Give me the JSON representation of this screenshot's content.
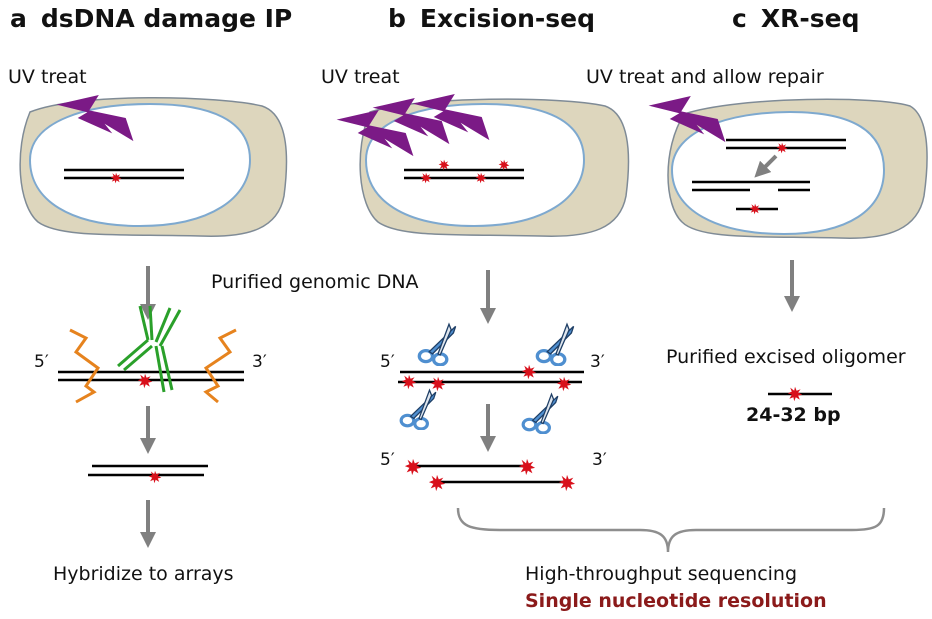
{
  "panels": [
    {
      "letter": "a",
      "title": "dsDNA damage IP",
      "treatment": "UV treat"
    },
    {
      "letter": "b",
      "title": "Excision-seq",
      "treatment": "UV treat"
    },
    {
      "letter": "c",
      "title": "XR-seq",
      "treatment": "UV treat and allow repair"
    }
  ],
  "labels": {
    "purified_genomic_dna": "Purified genomic DNA",
    "hybridize": "Hybridize to arrays",
    "purified_oligomer": "Purified excised oligomer",
    "oligomer_size": "24-32 bp",
    "sequencing": "High-throughput sequencing",
    "resolution": "Single nucleotide resolution",
    "five_prime": "5′",
    "three_prime": "3′"
  },
  "colors": {
    "uv_bolt": "#7b1a86",
    "damage_star": "#d8101b",
    "cell_cytoplasm": "#ddd6bd",
    "nucleus_border": "#7ea9cf",
    "antibody": "#2aa02a",
    "probe": "#e6831e",
    "arrow": "#808080",
    "scissors": "#4f8fd0",
    "resolution_text": "#8b1a1a"
  }
}
